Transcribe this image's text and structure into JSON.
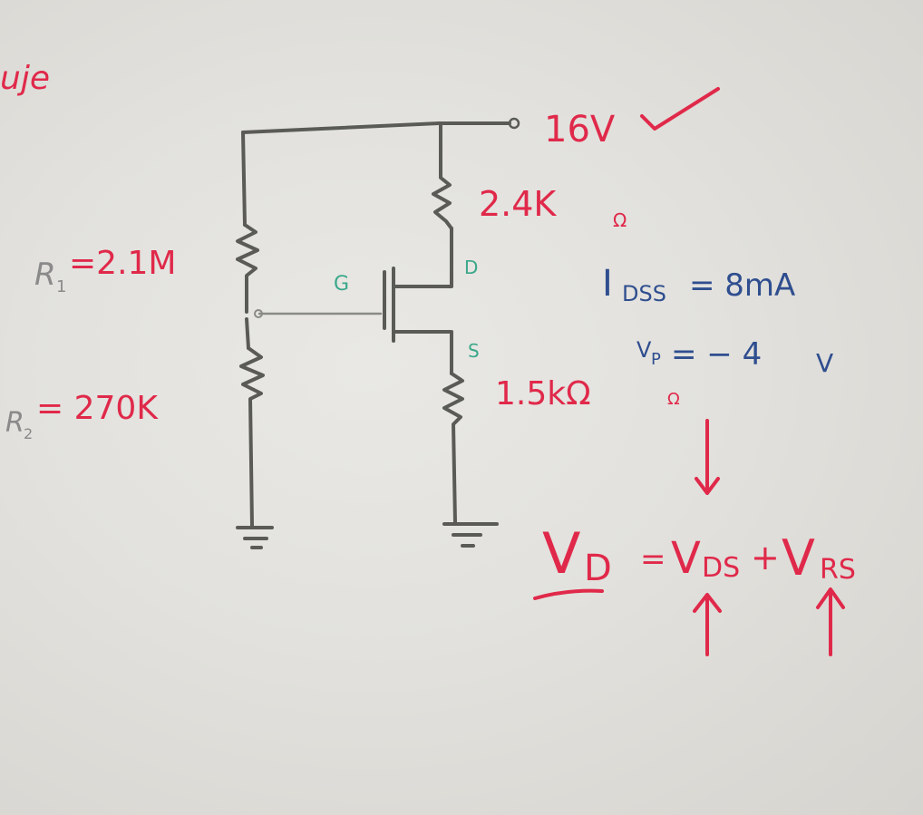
{
  "header_fragment": "uje",
  "supply_label": "16V",
  "resistors": {
    "r1_symbol": "R",
    "r1_sub": "1",
    "r1_value": "=2.1M",
    "r2_symbol": "R",
    "r2_sub": "2",
    "r2_value": "= 270K",
    "rd_value": "2.4K",
    "rd_unit": "Ω",
    "rs_value": "1.5kΩ",
    "rs_unit": "Ω"
  },
  "terminals": {
    "gate": "G",
    "drain": "D",
    "source": "S"
  },
  "params": {
    "idss_symbol": "I",
    "idss_sub": "DSS",
    "idss_value": "= 8mA",
    "vp_symbol": "V",
    "vp_sub": "P",
    "vp_value": "= − 4",
    "vp_unit": "V"
  },
  "equation": {
    "lhs_symbol": "V",
    "lhs_sub": "D",
    "equals": "=",
    "term1_symbol": "V",
    "term1_sub": "DS",
    "plus": "+",
    "term2_symbol": "V",
    "term2_sub": "RS"
  },
  "colors": {
    "red_marker": "#e0294a",
    "blue_marker": "#2f4e8f",
    "green_marker": "#3aa88a",
    "black_marker": "#5a5a56"
  }
}
